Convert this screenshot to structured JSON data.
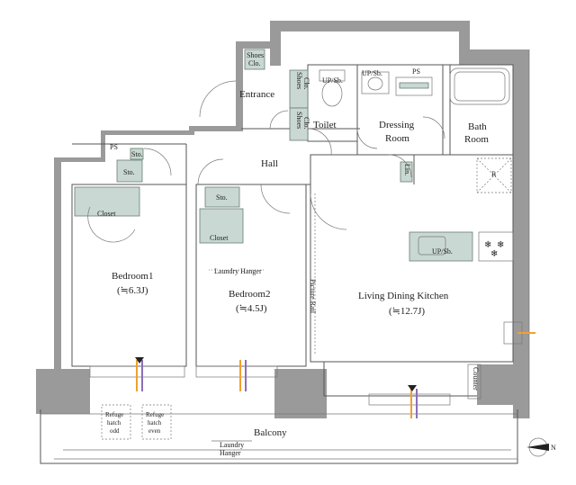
{
  "rooms": {
    "entrance": "Entrance",
    "toilet": "Toilet",
    "dressing_room": [
      "Dressing",
      "Room"
    ],
    "bath_room": [
      "Bath",
      "Room"
    ],
    "hall": "Hall",
    "bedroom1": {
      "name": "Bedroom1",
      "size": "(≒6.3J)"
    },
    "bedroom2": {
      "name": "Bedroom2",
      "size": "(≒4.5J)"
    },
    "ldk": {
      "name": "Living Dining Kitchen",
      "size": "(≒12.7J)"
    },
    "balcony": "Balcony"
  },
  "fixtures": {
    "shoes_clo": [
      "Shoes",
      "Clo."
    ],
    "sto": "Sto.",
    "ps": "PS",
    "closet": "Closet",
    "up_sb": "UP/Sb.",
    "up_sb2": "UP/Sb.",
    "lin": "Lin.",
    "r": "R",
    "laundry_hanger": "Laundry Hanger",
    "laundry_hanger_balcony": [
      "Laundry",
      "Hanger"
    ],
    "picture_rail": "Picture Rail",
    "counter": "Counter",
    "refuge_hatch_odd": [
      "Refuge",
      "hatch",
      "odd"
    ],
    "refuge_hatch_even": [
      "Refuge",
      "hatch",
      "even"
    ],
    "north": "N"
  },
  "colors": {
    "wall": "#9a9a9a",
    "storage": "#c9d8d2",
    "window_accent": "#f0a030",
    "window_purple": "#8b6fb8"
  }
}
